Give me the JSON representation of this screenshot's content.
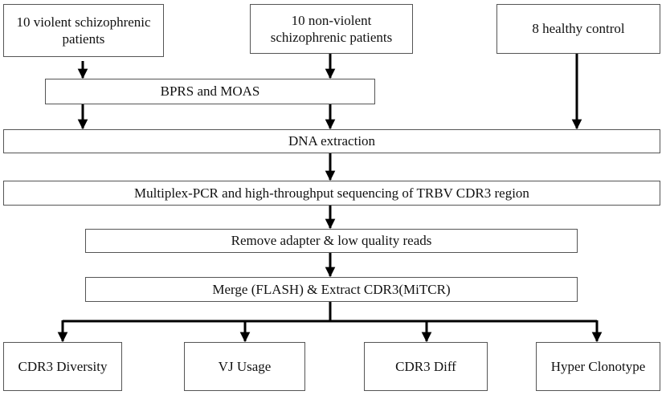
{
  "diagram": {
    "sources": [
      {
        "label": "10 violent schizophrenic patients"
      },
      {
        "label": "10 non-violent schizophrenic patients"
      },
      {
        "label": "8 healthy control"
      }
    ],
    "steps": [
      {
        "label": "BPRS and MOAS"
      },
      {
        "label": "DNA extraction"
      },
      {
        "label": "Multiplex-PCR and high-throughput sequencing of TRBV CDR3 region"
      },
      {
        "label": "Remove adapter & low quality reads"
      },
      {
        "label": "Merge (FLASH) & Extract CDR3(MiTCR)"
      }
    ],
    "outputs": [
      {
        "label": "CDR3 Diversity"
      },
      {
        "label": "VJ Usage"
      },
      {
        "label": "CDR3 Diff"
      },
      {
        "label": "Hyper Clonotype"
      }
    ]
  }
}
